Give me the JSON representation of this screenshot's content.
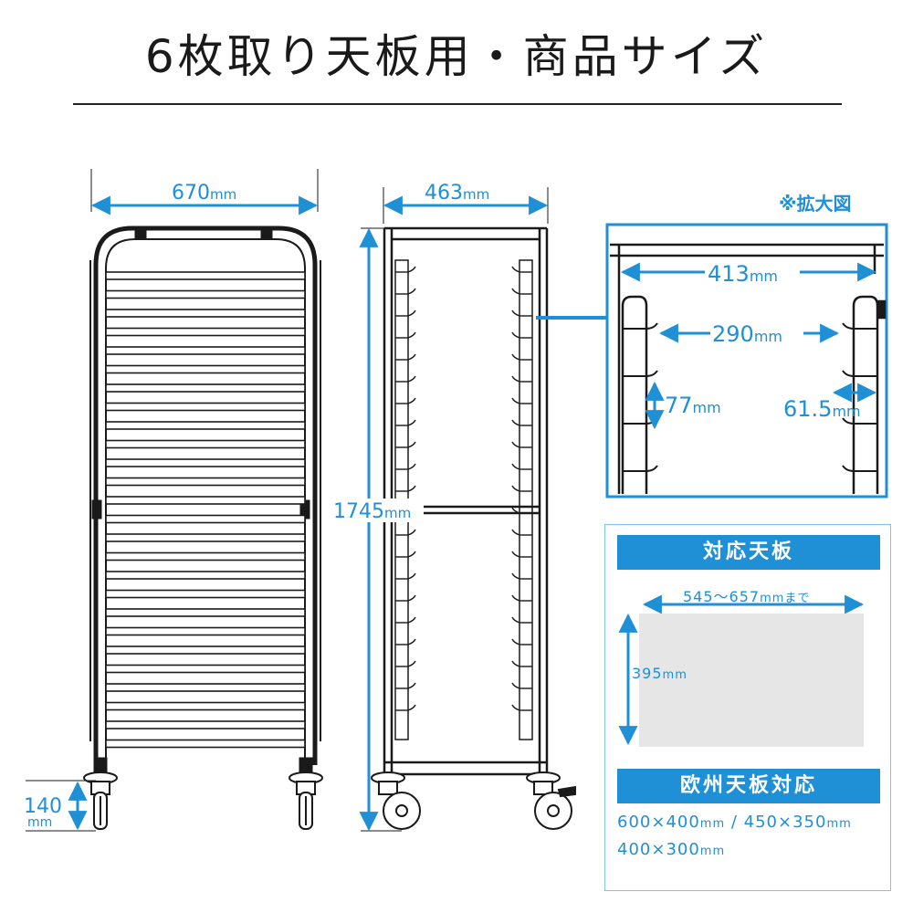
{
  "title": "6枚取り天板用・商品サイズ",
  "front_view": {
    "width_value": "670",
    "caster_value": "140",
    "unit": "mm"
  },
  "side_view": {
    "depth_value": "463",
    "height_value": "1745",
    "unit": "mm"
  },
  "zoom": {
    "label": "※拡大図",
    "inner_width": "413",
    "slot_width": "290",
    "pitch": "77",
    "rail": "61.5",
    "unit": "mm"
  },
  "compatible_tray": {
    "header": "対応天板",
    "width_range": "545〜657",
    "width_unit": "mmまで",
    "depth": "395",
    "unit": "mm"
  },
  "euro_tray": {
    "header": "欧州天板対応",
    "line1_a": "600×400",
    "line1_b": "450×350",
    "line2": "400×300",
    "separator": " / ",
    "unit": "mm"
  },
  "colors": {
    "accent": "#1f8fd6",
    "line": "#1a1a1a",
    "tray": "#e6e6e6"
  }
}
